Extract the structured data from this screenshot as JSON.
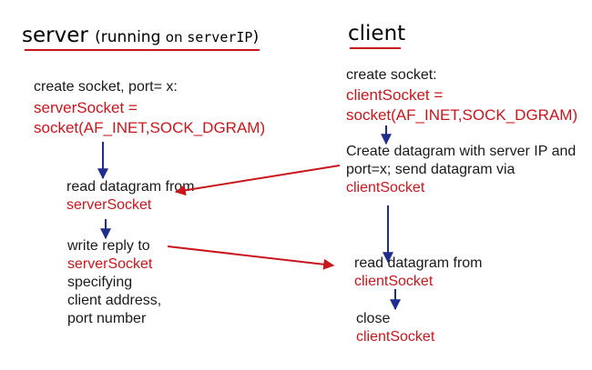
{
  "headings": {
    "server": "server",
    "server_paren_open": "(running ",
    "server_on": "on ",
    "server_ip": "serverIP",
    "server_paren_close": ")",
    "client": "client"
  },
  "server": {
    "create": {
      "line1": "create socket, port= x:",
      "line2": "serverSocket =",
      "line3": "socket(AF_INET,SOCK_DGRAM)"
    },
    "read": {
      "line1": "read datagram from",
      "line2": "serverSocket"
    },
    "write": {
      "line1": "write reply to",
      "line2": "serverSocket",
      "line3": "specifying",
      "line4": "client address,",
      "line5": "port number"
    }
  },
  "client": {
    "create": {
      "line1": "create socket:",
      "line2": "clientSocket =",
      "line3": "socket(AF_INET,SOCK_DGRAM)"
    },
    "send": {
      "line1": "Create datagram with server IP and",
      "line2": "port=x; send datagram via",
      "line3": "clientSocket"
    },
    "read": {
      "line1": "read datagram from",
      "line2": "clientSocket"
    },
    "close": {
      "line1": "close",
      "line2": "clientSocket"
    }
  },
  "colors": {
    "accent_red": "#c8161d",
    "arrow_blue": "#1f2d8c",
    "text": "#1a1a1a"
  }
}
